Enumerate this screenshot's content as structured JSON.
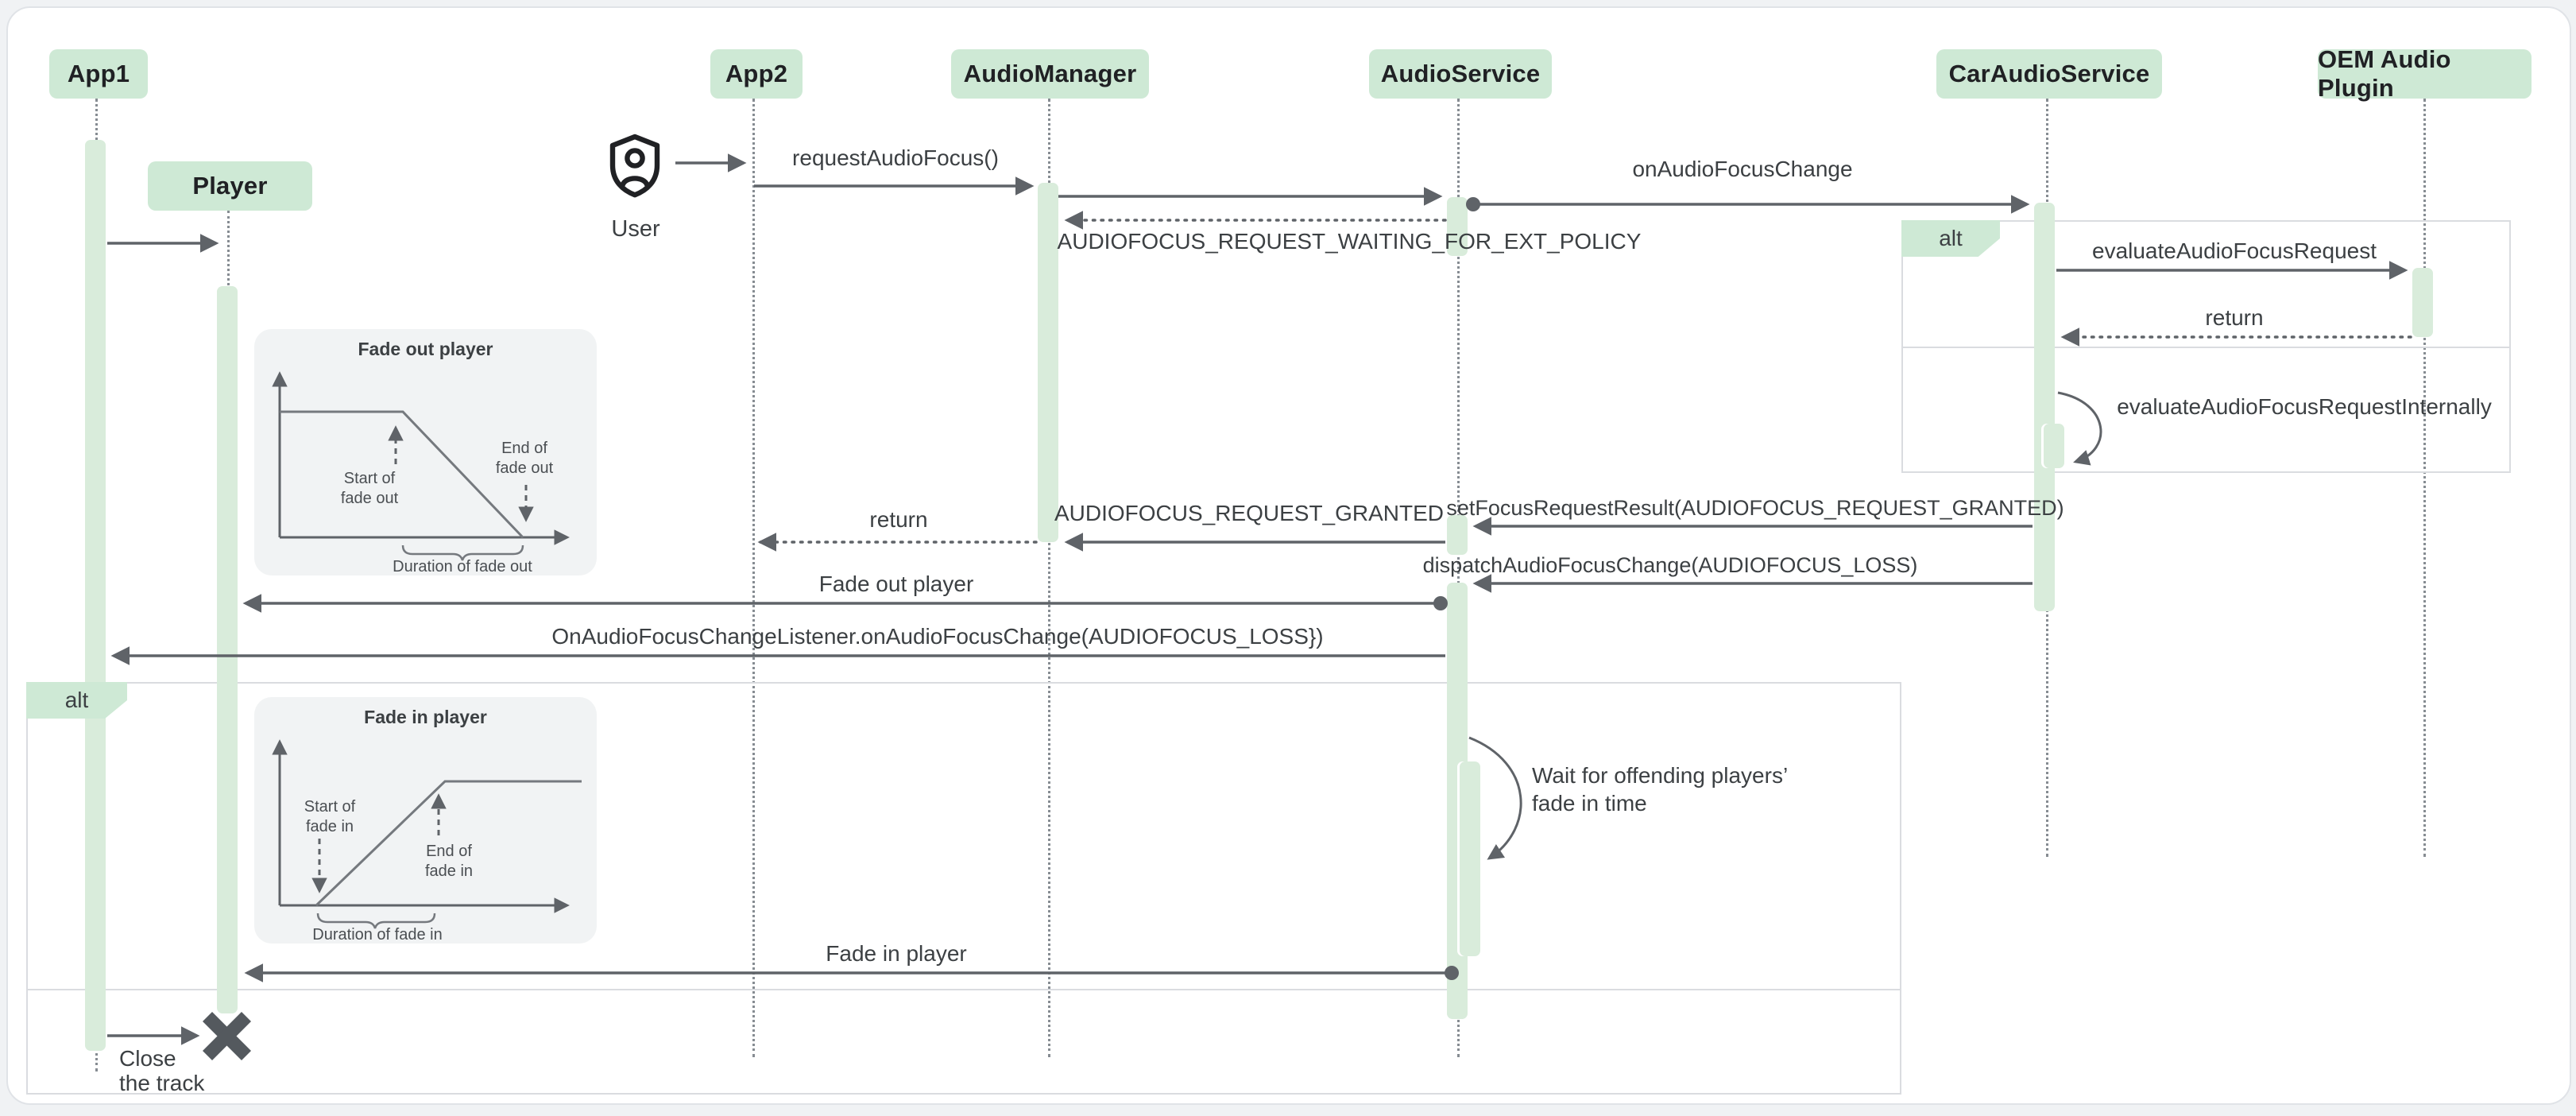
{
  "colors": {
    "green_box": "#cee9d5",
    "green_bar": "#d9ecdb",
    "arrow": "#5f6368",
    "text": "#3c4043",
    "frame_border": "#dadce0",
    "inset_bg": "#f1f3f4",
    "card_bg": "#ffffff",
    "page_bg": "#f0f2f4"
  },
  "participants": [
    {
      "id": "app1",
      "label": "App1"
    },
    {
      "id": "app2",
      "label": "App2"
    },
    {
      "id": "audiomanager",
      "label": "AudioManager"
    },
    {
      "id": "audioservice",
      "label": "AudioService"
    },
    {
      "id": "caraudioservice",
      "label": "CarAudioService"
    },
    {
      "id": "oem",
      "label": "OEM Audio Plugin"
    }
  ],
  "objects": {
    "player_label": "Player"
  },
  "actor": {
    "label": "User"
  },
  "fragments": {
    "alt_right_label": "alt",
    "alt_left_label": "alt"
  },
  "messages": {
    "request_audio_focus": "requestAudioFocus()",
    "on_audio_focus_change": "onAudioFocusChange",
    "waiting": "AUDIOFOCUS_REQUEST_WAITING_FOR_EXT_POLICY",
    "evaluate": "evaluateAudioFocusRequest",
    "return_right": "return",
    "evaluate_internally": "evaluateAudioFocusRequestInternally",
    "set_focus_result": "setFocusRequestResult(AUDIOFOCUS_REQUEST_GRANTED)",
    "granted": "AUDIOFOCUS_REQUEST_GRANTED",
    "return_left": "return",
    "dispatch": "dispatchAudioFocusChange(AUDIOFOCUS_LOSS)",
    "fade_out": "Fade out player",
    "focus_listener": "OnAudioFocusChangeListener.onAudioFocusChange(AUDIOFOCUS_LOSS})",
    "wait_line1": "Wait for offending players’",
    "wait_line2": "fade in time",
    "fade_in": "Fade in player",
    "close_line1": "Close",
    "close_line2": "the track"
  },
  "insets": {
    "fade_out": {
      "title": "Fade out player",
      "start_l1": "Start of",
      "start_l2": "fade out",
      "end_l1": "End of",
      "end_l2": "fade out",
      "duration": "Duration of fade out"
    },
    "fade_in": {
      "title": "Fade in player",
      "start_l1": "Start of",
      "start_l2": "fade in",
      "end_l1": "End of",
      "end_l2": "fade in",
      "duration": "Duration of fade in"
    }
  }
}
